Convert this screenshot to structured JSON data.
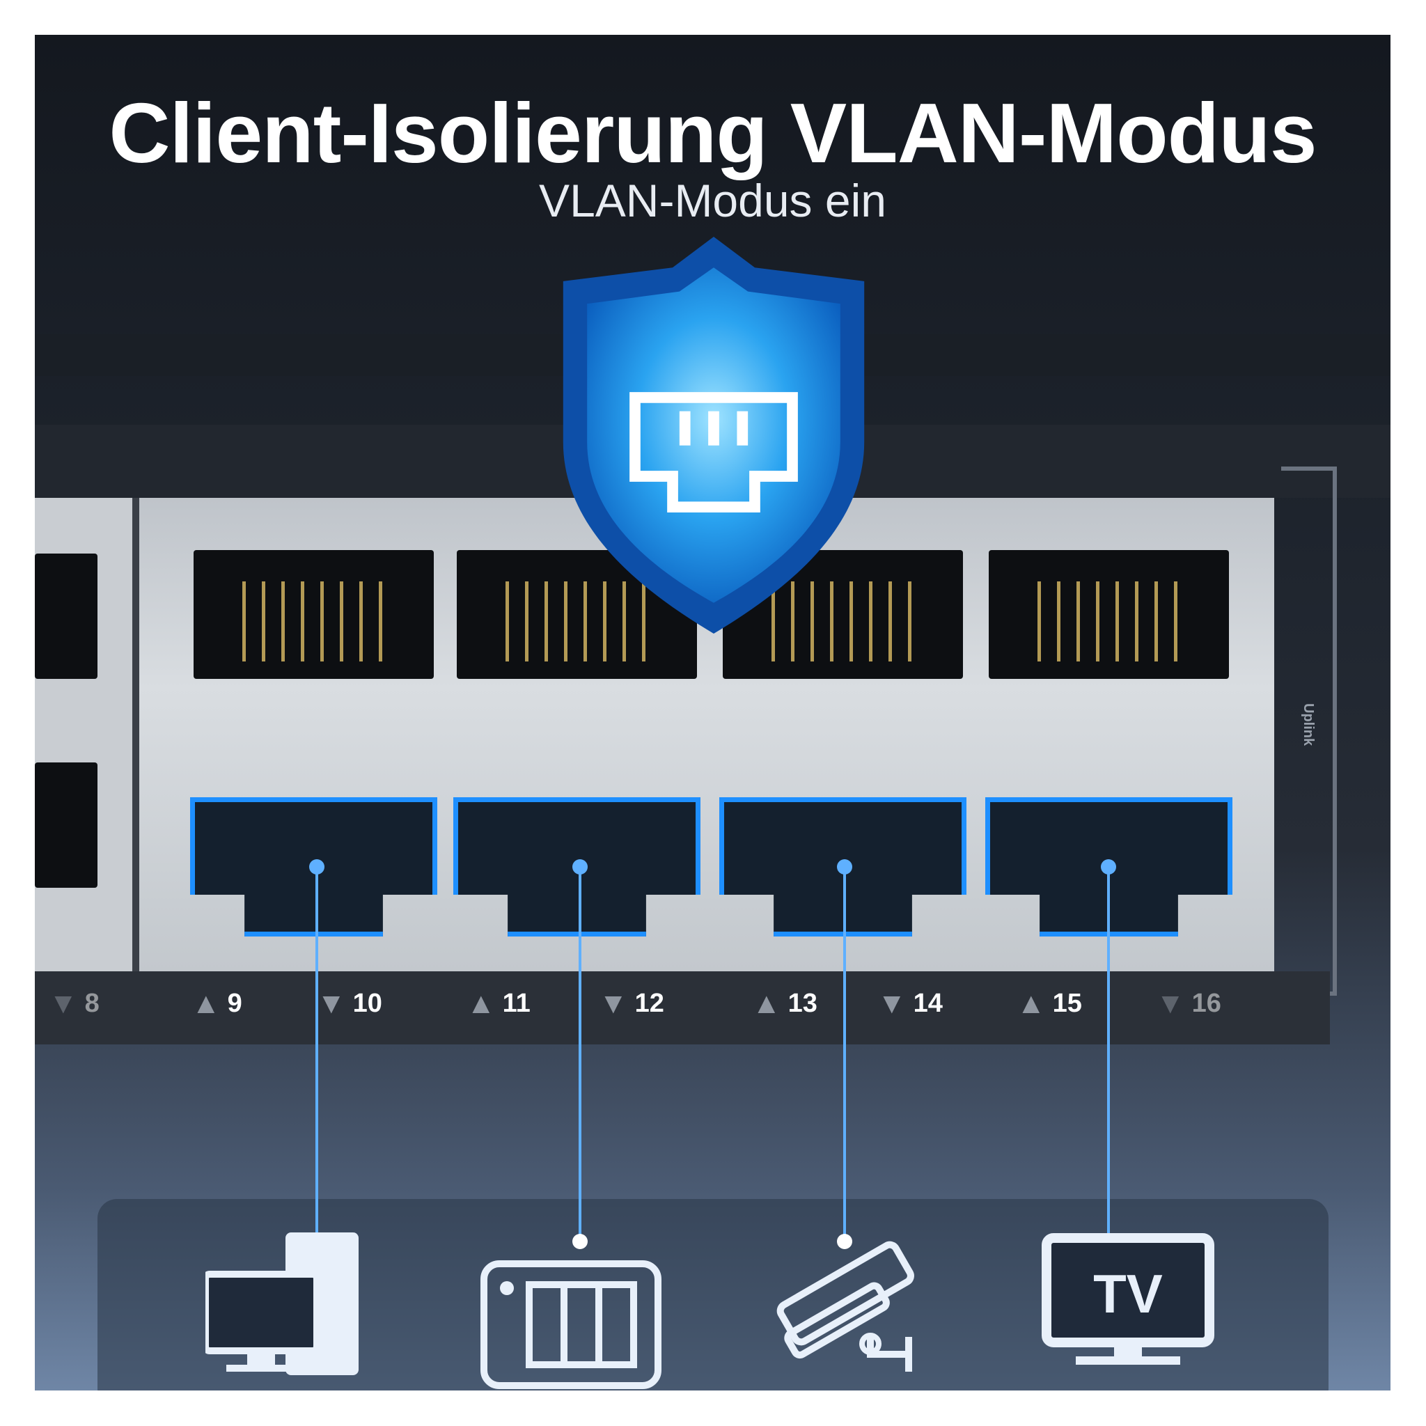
{
  "header": {
    "title": "Client-Isolierung VLAN-Modus",
    "subtitle": "VLAN-Modus ein"
  },
  "switch": {
    "port_labels": [
      {
        "num": "8",
        "dir": "down"
      },
      {
        "num": "9",
        "dir": "up"
      },
      {
        "num": "10",
        "dir": "down"
      },
      {
        "num": "11",
        "dir": "up"
      },
      {
        "num": "12",
        "dir": "down"
      },
      {
        "num": "13",
        "dir": "up"
      },
      {
        "num": "14",
        "dir": "down"
      },
      {
        "num": "15",
        "dir": "up"
      },
      {
        "num": "16",
        "dir": "down"
      }
    ],
    "uplink_label": "Uplink"
  },
  "shield": {
    "icon": "ethernet-port-icon",
    "color": "#1e8fff"
  },
  "devices": [
    {
      "icon": "computer-icon"
    },
    {
      "icon": "nas-storage-icon"
    },
    {
      "icon": "security-camera-icon"
    },
    {
      "icon": "tv-icon",
      "label": "TV"
    }
  ],
  "colors": {
    "accent": "#1e8fff",
    "line": "#5fb0ff"
  }
}
